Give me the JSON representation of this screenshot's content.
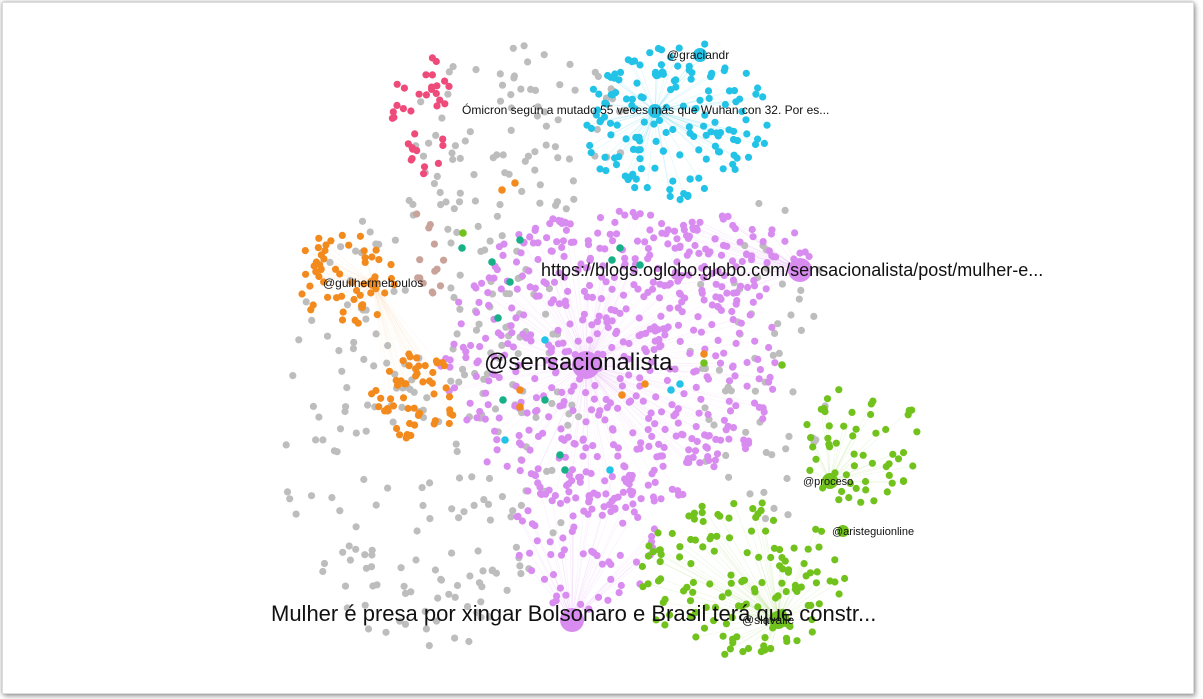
{
  "colors": {
    "gray": "#bdbdbd",
    "violet": "#d98cf0",
    "cyan": "#22c3e6",
    "orange": "#f28a1d",
    "green": "#72c21d",
    "pink": "#ee4a7a",
    "teal": "#17b087",
    "tan": "#c9a29a"
  },
  "labels": {
    "graciandr": "@graciandr",
    "omicron": "Ómicron según a mutado 55 veces más que Wuhan con 32. Por es...",
    "oglobo": "https://blogs.oglobo.globo.com/sensacionalista/post/mulher-e...",
    "guilhermeboulos": "@guilhermeboulos",
    "sensacionalista": "@sensacionalista",
    "proceso": "@proceso",
    "aristeguionline": "@aristeguionline",
    "mulher": "Mulher é presa por xingar Bolsonaro e Brasil terá que constr...",
    "slavalle": "@slavalle"
  }
}
